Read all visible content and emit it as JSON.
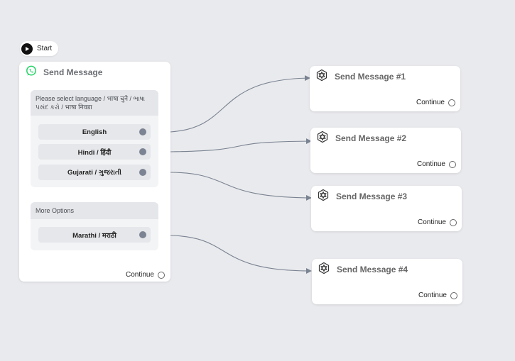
{
  "start": {
    "label": "Start",
    "icon": "play-icon"
  },
  "main_node": {
    "title": "Send Message",
    "icon": "whatsapp-icon",
    "groups": [
      {
        "header": "Please select language / भाषा चुने / ભાષા પસંદ કરો / भाषा निवडा",
        "options": [
          "English",
          "Hindi / हिंदी",
          "Gujarati / ગુજરાતી"
        ]
      },
      {
        "header": "More Options",
        "options": [
          "Marathi / मराठी"
        ]
      }
    ],
    "continue_label": "Continue"
  },
  "message_nodes": [
    {
      "title": "Send Message #1",
      "continue_label": "Continue"
    },
    {
      "title": "Send Message #2",
      "continue_label": "Continue"
    },
    {
      "title": "Send Message #3",
      "continue_label": "Continue"
    },
    {
      "title": "Send Message #4",
      "continue_label": "Continue"
    }
  ],
  "colors": {
    "canvas": "#e9eaed",
    "whatsapp": "#25d366",
    "edge": "#7a8391",
    "handle": "#7c8494"
  }
}
